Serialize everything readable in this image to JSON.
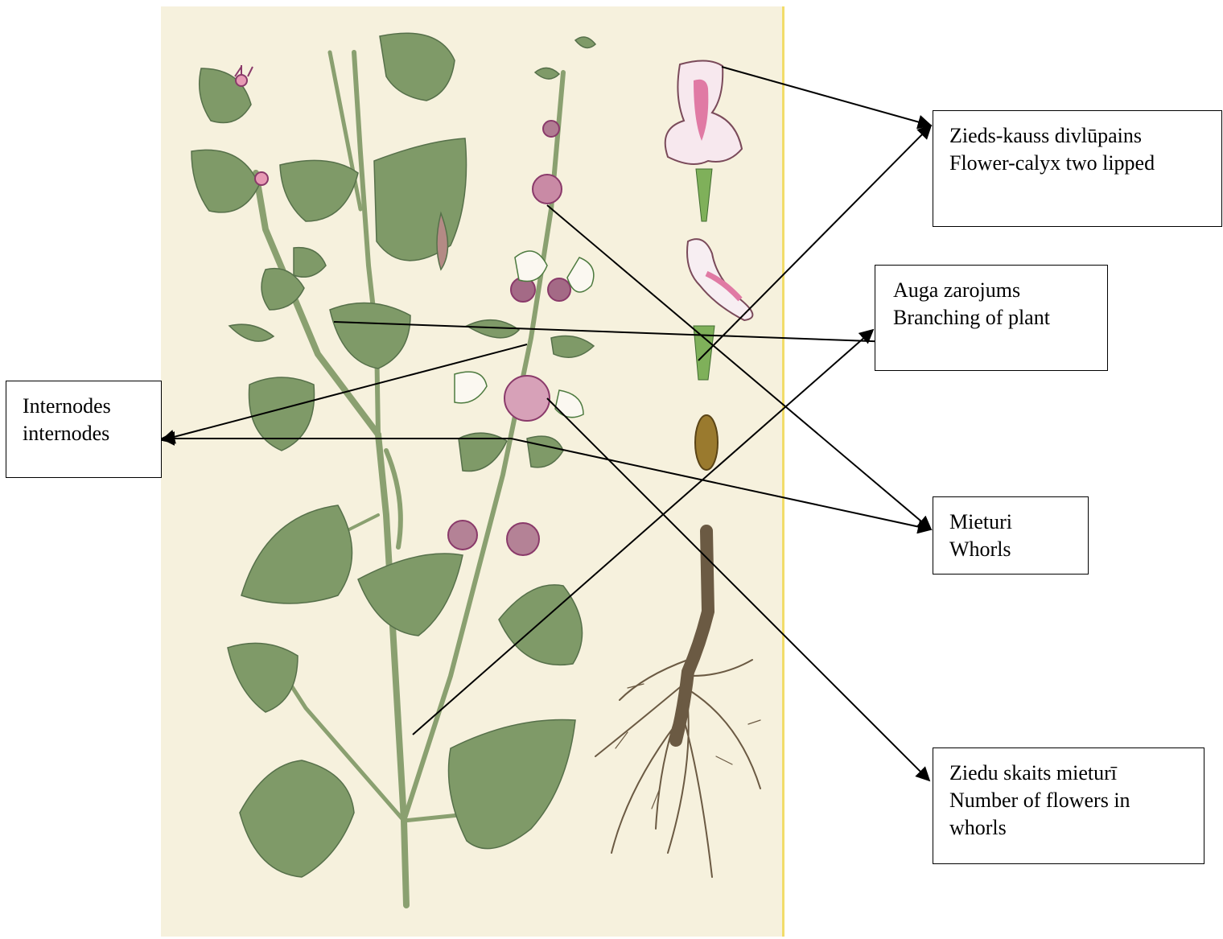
{
  "labels": {
    "flower": {
      "lv": "Zieds-kauss divlūpains",
      "en": "Flower-calyx two lipped"
    },
    "branching": {
      "lv": "Auga zarojums",
      "en": "Branching of plant"
    },
    "internodes": {
      "lv": "Internodes",
      "en": "internodes"
    },
    "whorls": {
      "lv": "Mieturi",
      "en": "Whorls"
    },
    "number_of_flowers": {
      "lv": "Ziedu skaits mieturī",
      "en": "Number of flowers in whorls"
    }
  },
  "colors": {
    "plate": "#f6f1dd",
    "plate_edge": "#f2dc6a",
    "leaf": "#7f9a68",
    "leaf_dark": "#56704a",
    "stem": "#8aa070",
    "flower_pink": "#e79ab4",
    "flower_purple": "#8a3a6a",
    "root": "#6b5a43",
    "seed": "#9a7a2e",
    "arrow": "#000000"
  }
}
